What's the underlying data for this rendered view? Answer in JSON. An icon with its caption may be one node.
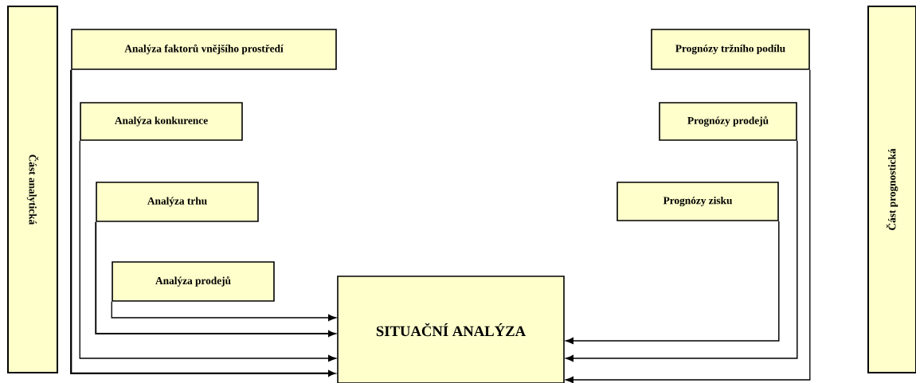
{
  "diagram": {
    "nodes": [
      {
        "text": [
          "Část analytická"
        ]
      },
      {
        "text": [
          "Analýza faktorů vnějšího prostředí"
        ]
      },
      {
        "text": [
          "Analýza konkurence"
        ]
      },
      {
        "text": [
          "Analýza trhu"
        ]
      },
      {
        "text": [
          "Analýza prodejů"
        ]
      },
      {
        "text": [
          "SITUAČNÍ ANALÝZA"
        ]
      },
      {
        "text": [
          "Prognózy tržního podílu"
        ]
      },
      {
        "text": [
          "Prognózy prodejů"
        ]
      },
      {
        "text": [
          "Prognózy zisku"
        ]
      },
      {
        "text": [
          "Část prognostická"
        ]
      }
    ],
    "edges": [
      {
        "from": 4,
        "to": 5,
        "arrow": "to"
      },
      {
        "from": 3,
        "to": 5,
        "arrow": "to"
      },
      {
        "from": 2,
        "to": 5,
        "arrow": "to"
      },
      {
        "from": 1,
        "to": 5,
        "arrow": "to"
      },
      {
        "from": 8,
        "to": 5,
        "arrow": "to"
      },
      {
        "from": 7,
        "to": 5,
        "arrow": "to"
      },
      {
        "from": 6,
        "to": 5,
        "arrow": "to"
      }
    ]
  }
}
